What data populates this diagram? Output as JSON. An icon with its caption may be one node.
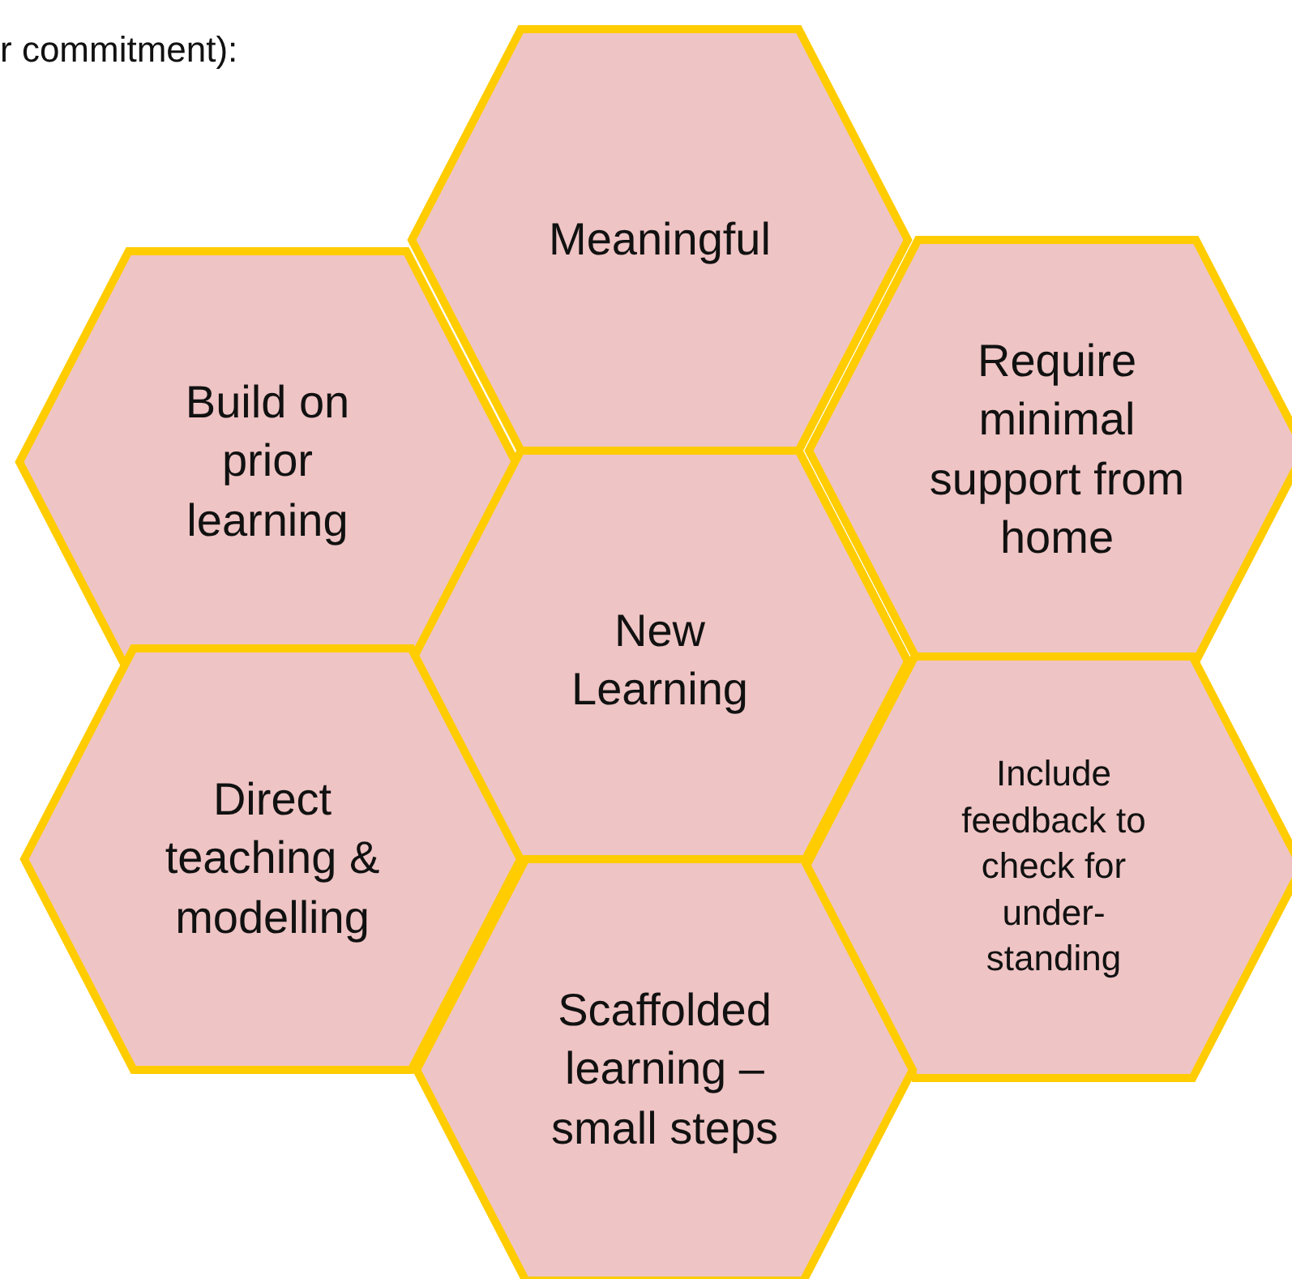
{
  "diagram": {
    "nodes": [
      {
        "text": [
          "Meaningful"
        ]
      },
      {
        "text": [
          "Build on prior learning"
        ]
      },
      {
        "text": [
          "Require minimal support from home"
        ]
      },
      {
        "text": [
          "New Learning"
        ]
      },
      {
        "text": [
          "Direct teaching & modelling"
        ]
      },
      {
        "text": [
          "Include feedback to check for under- standing"
        ]
      },
      {
        "text": [
          "Scaffolded learning – small steps"
        ]
      }
    ],
    "labels": [
      "r commitment):"
    ]
  }
}
